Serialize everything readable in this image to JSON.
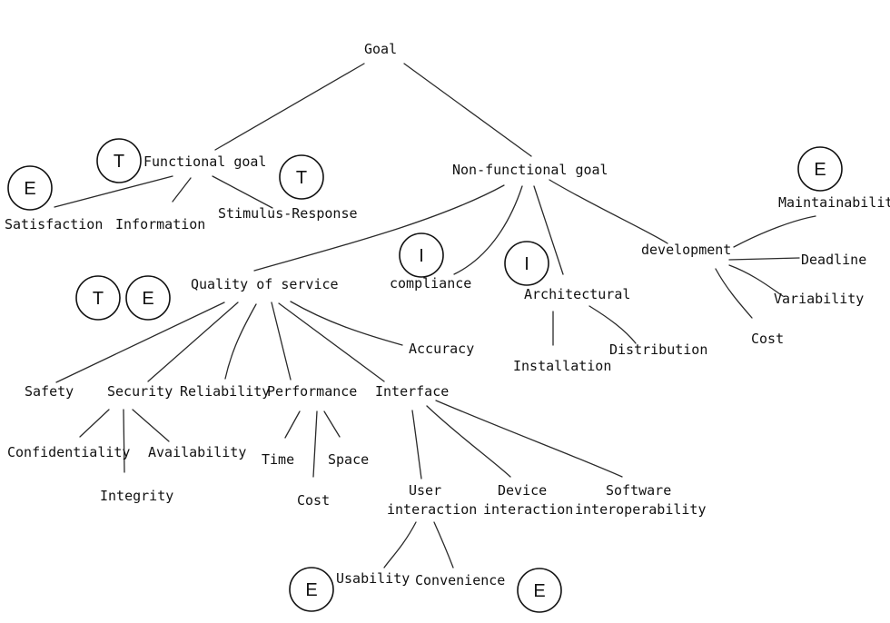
{
  "nodes": {
    "goal": "Goal",
    "functional": "Functional goal",
    "nonfunctional": "Non-functional goal",
    "satisfaction": "Satisfaction",
    "information": "Information",
    "stimulus": "Stimulus-Response",
    "qos": "Quality of service",
    "compliance": "compliance",
    "architectural": "Architectural",
    "development": "development",
    "maintainability": "Maintainability",
    "deadline": "Deadline",
    "variability": "Variability",
    "dev_cost": "Cost",
    "installation": "Installation",
    "distribution": "Distribution",
    "accuracy": "Accuracy",
    "safety": "Safety",
    "security": "Security",
    "reliability": "Reliability",
    "performance": "Performance",
    "interface": "Interface",
    "confidentiality": "Confidentiality",
    "integrity": "Integrity",
    "availability": "Availability",
    "time": "Time",
    "space": "Space",
    "perf_cost": "Cost",
    "user_interaction": [
      "User",
      "interaction"
    ],
    "device_interaction": [
      "Device",
      "interaction"
    ],
    "software_interop": [
      "Software",
      "interoperability"
    ],
    "usability": "Usability",
    "convenience": "Convenience"
  },
  "badges": {
    "functional_t": "T",
    "stimulus_t": "T",
    "satisfaction_e": "E",
    "maintainability_e": "E",
    "compliance_i": "I",
    "architectural_i": "I",
    "qos_t": "T",
    "qos_e": "E",
    "usability_e": "E",
    "convenience_e": "E"
  }
}
